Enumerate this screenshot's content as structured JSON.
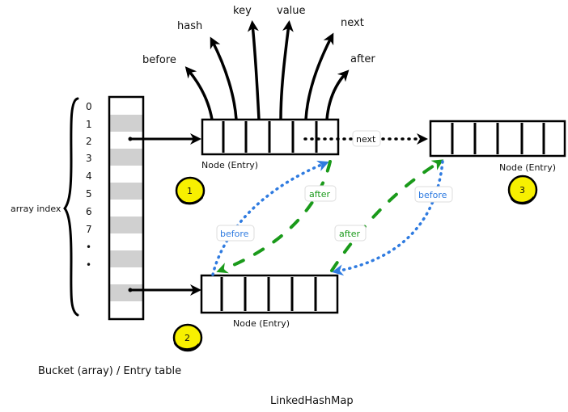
{
  "title": "LinkedHashMap",
  "bucket": {
    "caption": "Bucket (array) / Entry table",
    "index_label": "array index",
    "indices": [
      "0",
      "1",
      "2",
      "3",
      "4",
      "5",
      "6",
      "7",
      "•",
      "•"
    ]
  },
  "node_fields": [
    "before",
    "hash",
    "key",
    "value",
    "next",
    "after"
  ],
  "nodes": [
    {
      "id": "1",
      "label": "Node (Entry)",
      "badge": "1"
    },
    {
      "id": "2",
      "label": "Node (Entry)",
      "badge": "2"
    },
    {
      "id": "3",
      "label": "Node (Entry)",
      "badge": "3"
    }
  ],
  "links": {
    "next": "next",
    "after_1_to_2": "after",
    "before_2_to_1": "before",
    "after_2_to_3": "after",
    "before_3_to_2": "before"
  },
  "colors": {
    "before_link": "#2f7be0",
    "after_link": "#1a9a1a",
    "badge_fill": "#f7f000",
    "bucket_stripe": "#d0d0d0"
  }
}
